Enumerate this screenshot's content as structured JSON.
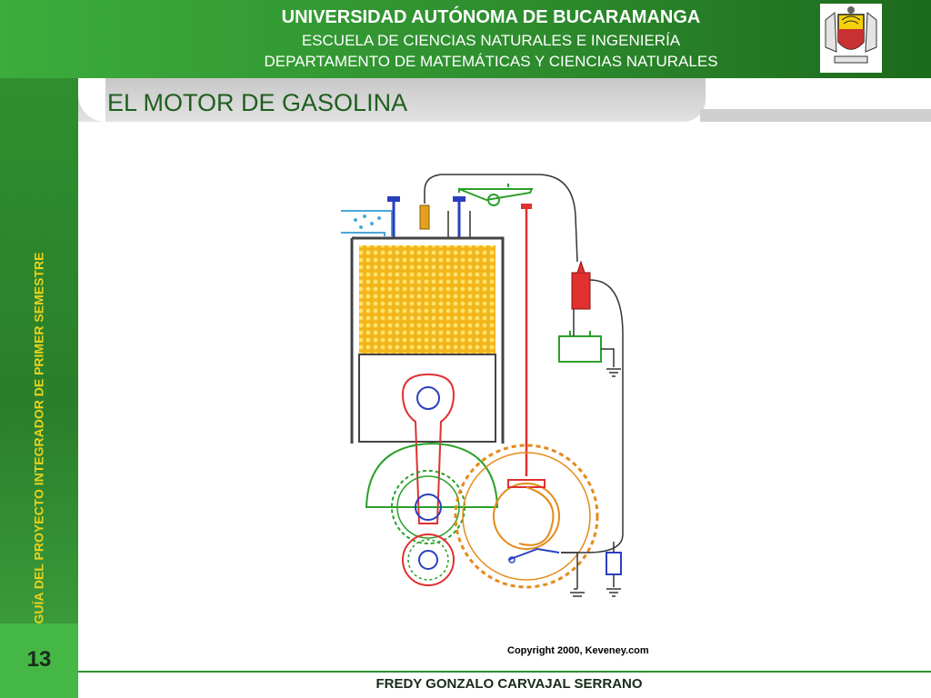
{
  "header": {
    "university": "UNIVERSIDAD AUTÓNOMA DE BUCARAMANGA",
    "school": "ESCUELA DE CIENCIAS NATURALES E INGENIERÍA",
    "department": "DEPARTAMENTO DE MATEMÁTICAS Y CIENCIAS NATURALES",
    "crest_icon": "university-crest"
  },
  "sidebar": {
    "text": "GUÍA DEL PROYECTO INTEGRADOR DE PRIMER SEMESTRE",
    "text_color": "#e8d21c"
  },
  "slide": {
    "title": "EL MOTOR DE GASOLINA",
    "page_number": "13"
  },
  "diagram": {
    "copyright": "Copyright 2000, Keveney.com"
  },
  "footer": {
    "author": "FREDY GONZALO CARVAJAL SERRANO"
  },
  "colors": {
    "primary_green": "#2e8e2e",
    "accent_yellow": "#e8d21c",
    "title_green": "#1f5f1f"
  }
}
